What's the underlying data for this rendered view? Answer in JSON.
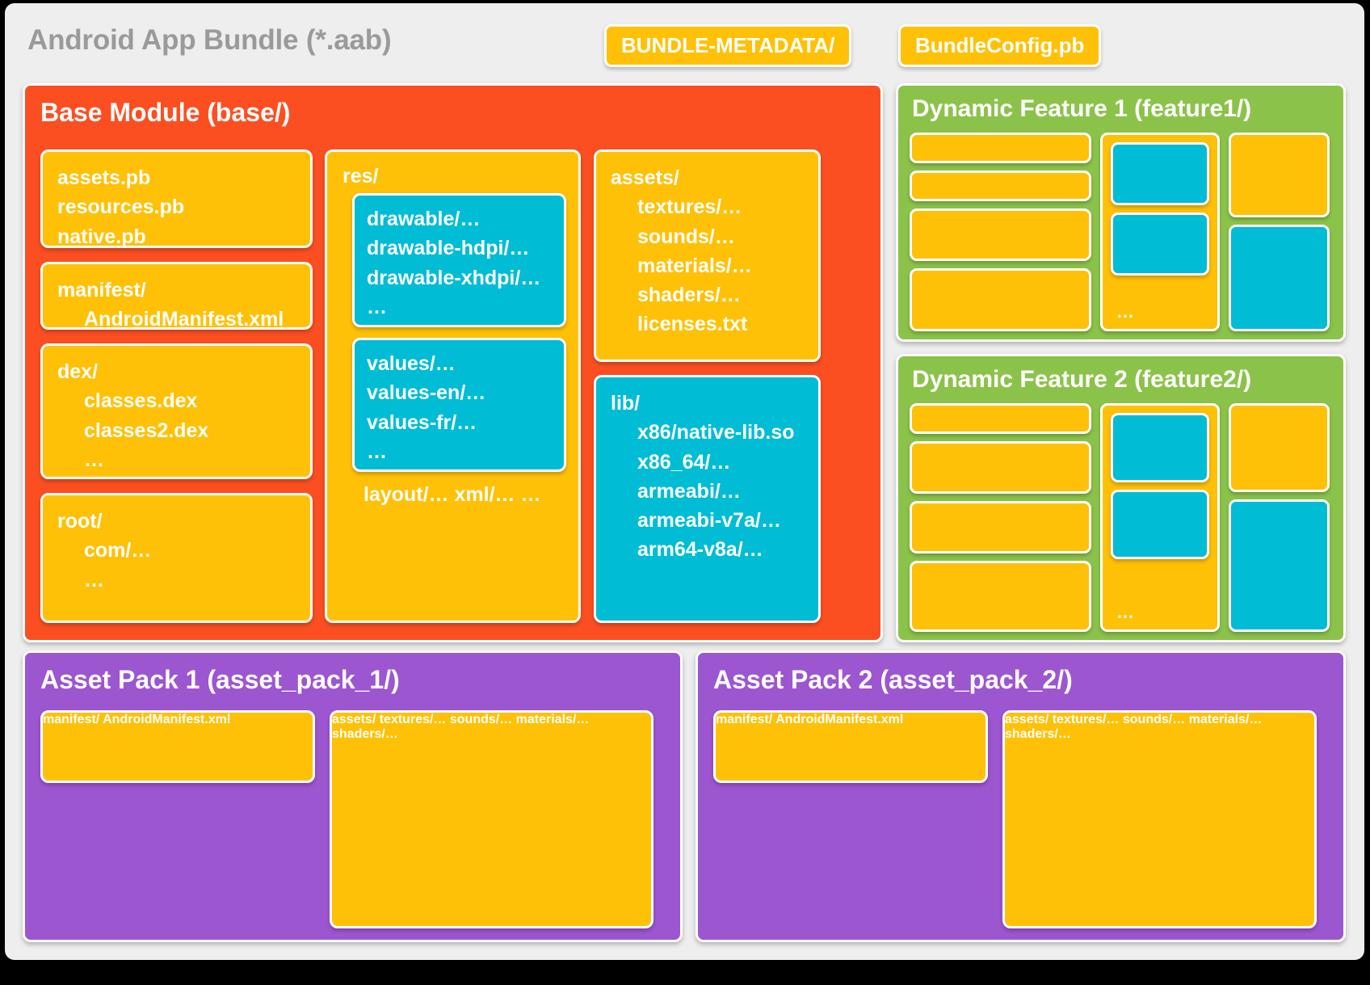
{
  "bundle": {
    "title": "Android App Bundle (*.aab)",
    "metadata_chips": [
      {
        "label": "BUNDLE-METADATA/"
      },
      {
        "label": "BundleConfig.pb"
      }
    ]
  },
  "base_module": {
    "title": "Base Module (base/)",
    "pb_box": {
      "lines": [
        "assets.pb",
        "resources.pb",
        "native.pb"
      ]
    },
    "manifest_box": {
      "line1": "manifest/",
      "line2": "AndroidManifest.xml"
    },
    "dex_box": {
      "line1": "dex/",
      "line2": "classes.dex",
      "line3": "classes2.dex",
      "line4": "…"
    },
    "root_box": {
      "line1": "root/",
      "line2": "com/…",
      "line3": "…"
    },
    "res_box": {
      "label": "res/",
      "drawable": {
        "line1": "drawable/…",
        "line2": "drawable-hdpi/…",
        "line3": "drawable-xhdpi/…",
        "line4": "…"
      },
      "values": {
        "line1": "values/…",
        "line2": "values-en/…",
        "line3": "values-fr/…",
        "line4": "…"
      },
      "tail": {
        "line1": "layout/…",
        "line2": "xml/…",
        "line3": "…"
      }
    },
    "assets_box": {
      "line1": "assets/",
      "line2": "textures/…",
      "line3": "sounds/…",
      "line4": "materials/…",
      "line5": "shaders/…",
      "line6": "licenses.txt"
    },
    "lib_box": {
      "line1": "lib/",
      "line2": "x86/native-lib.so",
      "line3": "x86_64/…",
      "line4": "armeabi/…",
      "line5": "armeabi-v7a/…",
      "line6": "arm64-v8a/…"
    }
  },
  "dynamic_features": [
    {
      "title": "Dynamic Feature 1 (feature1/)",
      "ellipsis": "…"
    },
    {
      "title": "Dynamic Feature 2 (feature2/)",
      "ellipsis": "…"
    }
  ],
  "asset_packs": [
    {
      "title": "Asset Pack 1 (asset_pack_1/)",
      "manifest": {
        "line1": "manifest/",
        "line2": "AndroidManifest.xml"
      },
      "assets": {
        "line1": "assets/",
        "line2": "textures/…",
        "line3": "sounds/…",
        "line4": "materials/…",
        "line5": "shaders/…"
      }
    },
    {
      "title": "Asset Pack 2 (asset_pack_2/)",
      "manifest": {
        "line1": "manifest/",
        "line2": "AndroidManifest.xml"
      },
      "assets": {
        "line1": "assets/",
        "line2": "textures/…",
        "line3": "sounds/…",
        "line4": "materials/…",
        "line5": "shaders/…"
      }
    }
  ],
  "colors": {
    "canvas": "#000000",
    "card": "#eeeeee",
    "base_module": "#FB4F22",
    "feature": "#8BC34A",
    "asset_pack": "#9C56D0",
    "yellow_box": "#FFC107",
    "cyan_box": "#00BCD4",
    "title_grey": "#9a9a9a",
    "box_text": "#ffffff"
  }
}
